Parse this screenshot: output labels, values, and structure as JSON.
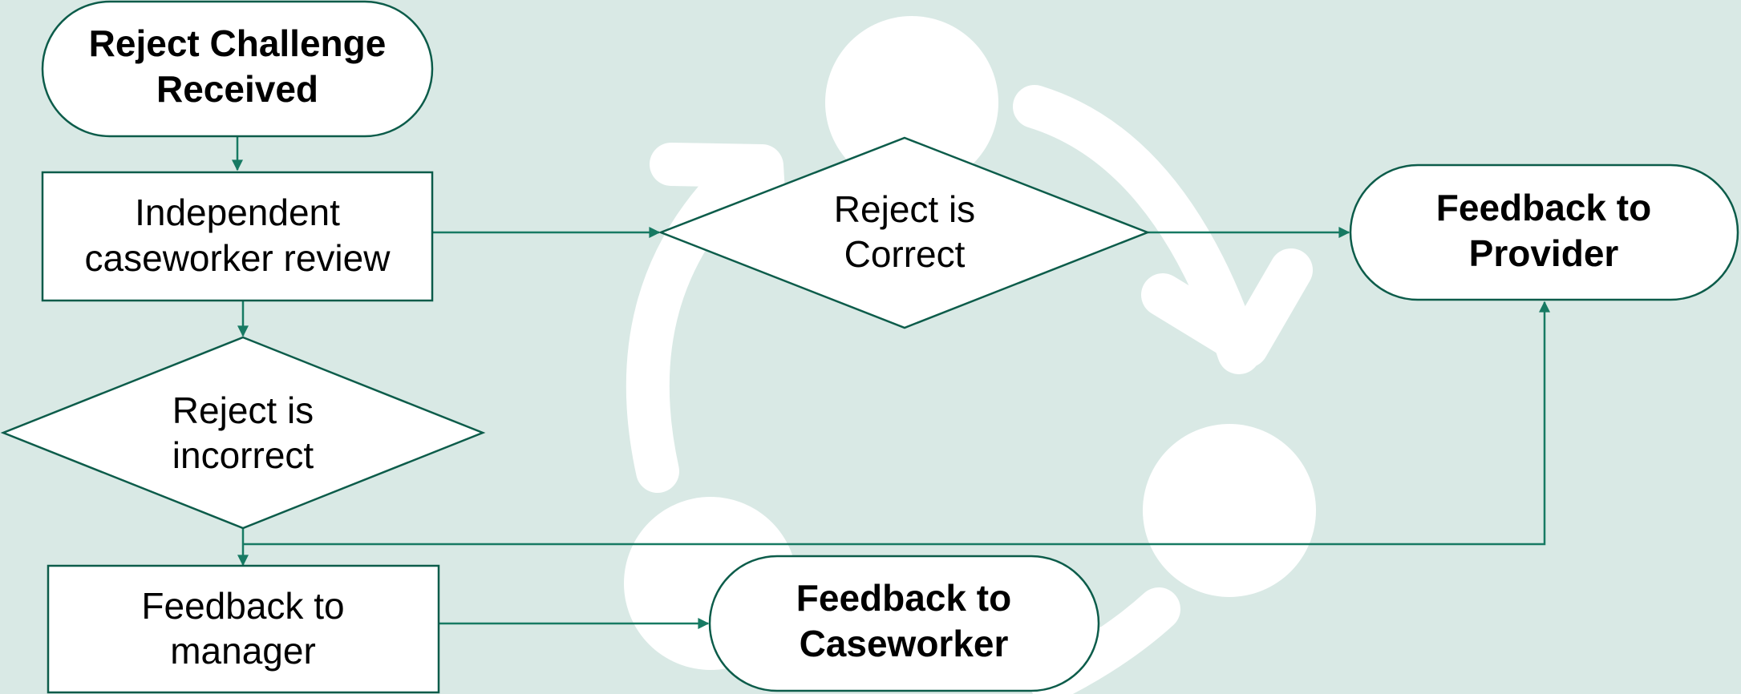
{
  "colors": {
    "background": "#d9e9e5",
    "shape_fill": "#ffffff",
    "shape_stroke": "#0c5c4a",
    "connector": "#177a63",
    "watermark": "#ffffff"
  },
  "watermark": {
    "icon": "cycle-refresh-icon"
  },
  "nodes": {
    "reject_challenge_received": {
      "line1": "Reject Challenge",
      "line2": "Received"
    },
    "independent_review": {
      "line1": "Independent",
      "line2": "caseworker review"
    },
    "reject_incorrect": {
      "line1": "Reject is",
      "line2": "incorrect"
    },
    "feedback_manager": {
      "line1": "Feedback to",
      "line2": "manager"
    },
    "reject_correct": {
      "line1": "Reject is",
      "line2": "Correct"
    },
    "feedback_provider": {
      "line1": "Feedback to",
      "line2": "Provider"
    },
    "feedback_caseworker": {
      "line1": "Feedback to",
      "line2": "Caseworker"
    }
  },
  "edges": [
    {
      "from": "reject_challenge_received",
      "to": "independent_review"
    },
    {
      "from": "independent_review",
      "to": "reject_incorrect"
    },
    {
      "from": "independent_review",
      "to": "reject_correct"
    },
    {
      "from": "reject_correct",
      "to": "feedback_provider"
    },
    {
      "from": "reject_incorrect",
      "to": "feedback_manager"
    },
    {
      "from": "reject_incorrect",
      "to": "feedback_provider"
    },
    {
      "from": "feedback_manager",
      "to": "feedback_caseworker"
    }
  ]
}
